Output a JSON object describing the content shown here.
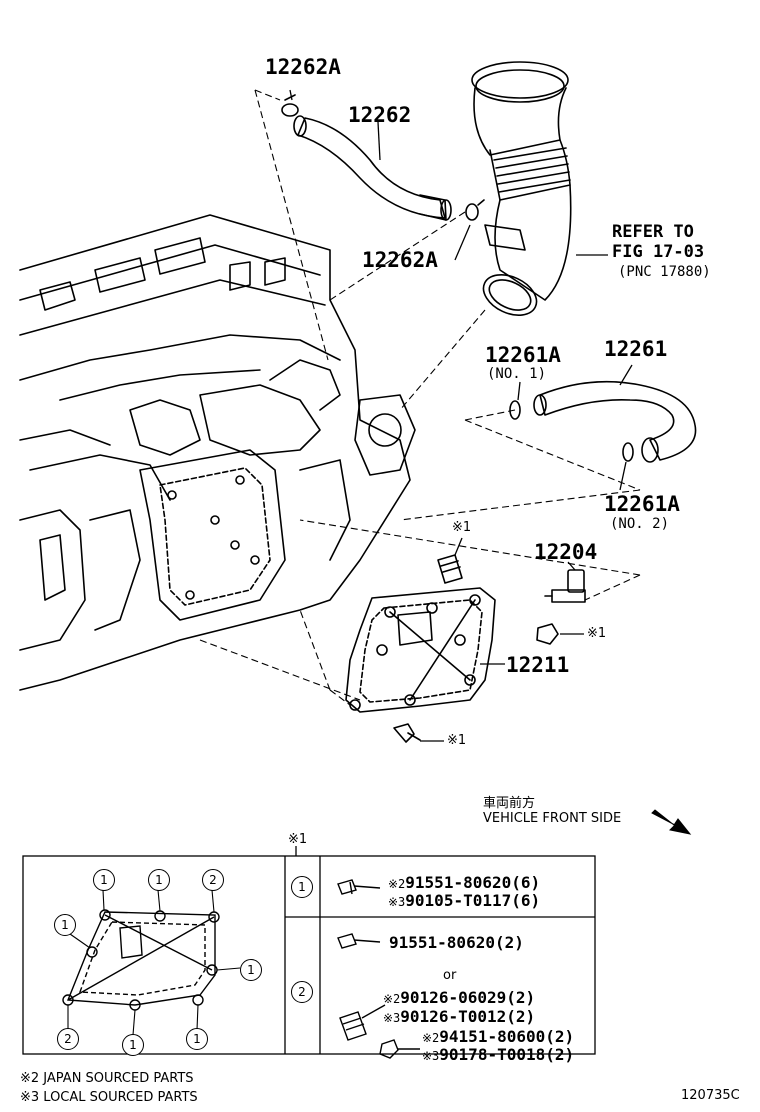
{
  "callouts": {
    "p12262a_top": "12262A",
    "p12262": "12262",
    "p12262a_mid": "12262A",
    "refer_line1": "REFER TO",
    "refer_line2": "FIG 17-03",
    "refer_line3": "(PNC 17880)",
    "p12261a_top": "12261A",
    "p12261a_top_sub": "(NO. 1)",
    "p12261": "12261",
    "p12261a_bot": "12261A",
    "p12261a_bot_sub": "(NO. 2)",
    "note1_stud": "※1",
    "p12204": "12204",
    "note1_nut": "※1",
    "p12211": "12211",
    "note1_bolt": "※1"
  },
  "direction": {
    "japanese": "車両前方",
    "english": "VEHICLE FRONT SIDE"
  },
  "detail": {
    "header_note": "※1",
    "circles": [
      "1",
      "1",
      "2",
      "1",
      "1",
      "2",
      "1",
      "1"
    ],
    "rows": [
      {
        "key": "1",
        "lines": [
          {
            "mark": "※2",
            "part": "91551-80620(6)"
          },
          {
            "mark": "※3",
            "part": "90105-T0117(6)"
          }
        ]
      },
      {
        "key": "2",
        "first": "91551-80620(2)",
        "or": "or",
        "lines_a": [
          {
            "mark": "※2",
            "part": "90126-06029(2)"
          },
          {
            "mark": "※3",
            "part": "90126-T0012(2)"
          }
        ],
        "lines_b": [
          {
            "mark": "※2",
            "part": "94151-80600(2)"
          },
          {
            "mark": "※3",
            "part": "90178-T0018(2)"
          }
        ]
      }
    ]
  },
  "footnotes": {
    "japan": "※2 JAPAN SOURCED PARTS",
    "local": "※3 LOCAL SOURCED PARTS"
  },
  "figure_id": "120735C"
}
